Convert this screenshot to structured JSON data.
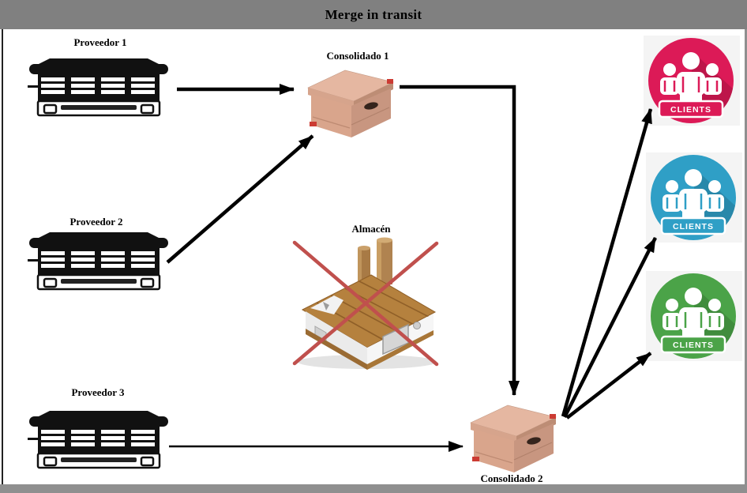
{
  "title": "Merge in transit",
  "nodes": {
    "proveedor1": {
      "label": "Proveedor 1",
      "type": "supplier"
    },
    "proveedor2": {
      "label": "Proveedor 2",
      "type": "supplier"
    },
    "proveedor3": {
      "label": "Proveedor 3",
      "type": "supplier"
    },
    "consolidado1": {
      "label": "Consolidado 1",
      "type": "consolidation-box"
    },
    "consolidado2": {
      "label": "Consolidado 2",
      "type": "consolidation-box"
    },
    "almacen": {
      "label": "Almacén",
      "type": "warehouse",
      "crossed_out": true
    },
    "clients": [
      {
        "label": "CLIENTS",
        "color": "#dc1a57"
      },
      {
        "label": "CLIENTS",
        "color": "#2f9fc6"
      },
      {
        "label": "CLIENTS",
        "color": "#4ba348"
      }
    ]
  },
  "edges": [
    {
      "from": "Proveedor 1",
      "to": "Consolidado 1"
    },
    {
      "from": "Proveedor 2",
      "to": "Consolidado 1"
    },
    {
      "from": "Consolidado 1",
      "to": "Consolidado 2"
    },
    {
      "from": "Proveedor 3",
      "to": "Consolidado 2"
    },
    {
      "from": "Consolidado 2",
      "to": "Clients (pink)"
    },
    {
      "from": "Consolidado 2",
      "to": "Clients (blue)"
    },
    {
      "from": "Consolidado 2",
      "to": "Clients (green)"
    }
  ],
  "colors": {
    "title_bar": "#808080",
    "arrow": "#000000",
    "cross_out": "#c0504d",
    "box_top": "#e5b7a1",
    "box_front": "#d9a58c",
    "box_side": "#c89680"
  }
}
